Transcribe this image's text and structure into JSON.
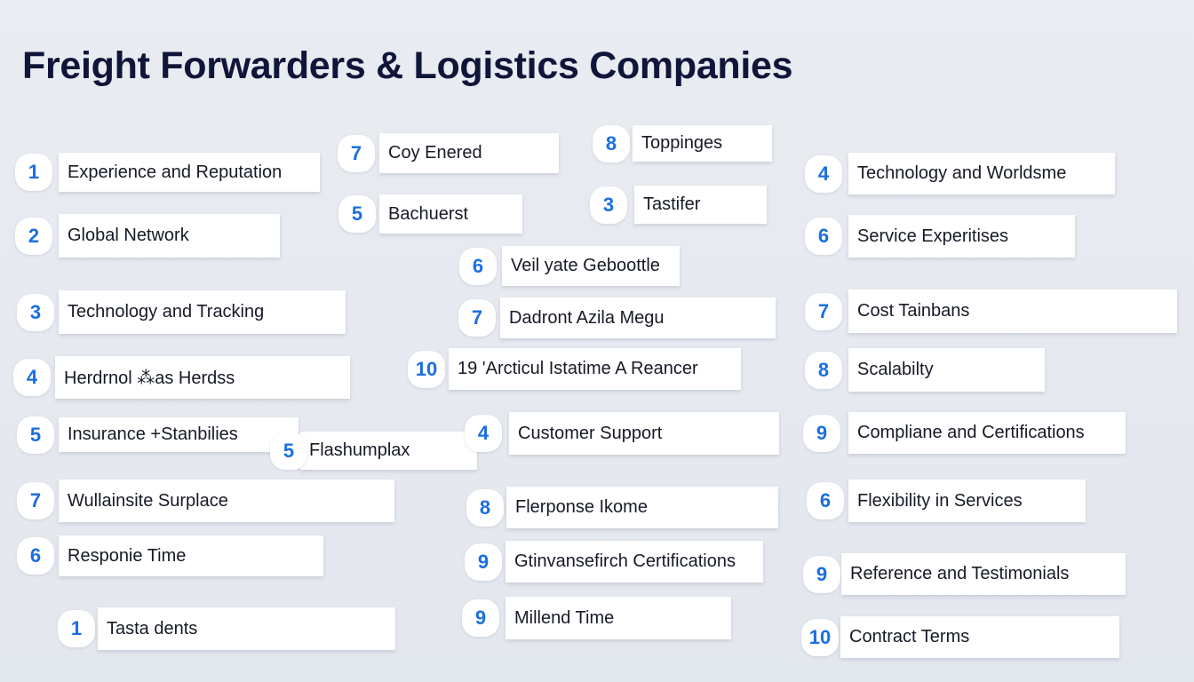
{
  "title": "Freight Forwarders & Logistics Companies",
  "accent_color": "#1a6fe0",
  "items": [
    {
      "num": "1",
      "label": "Experience and Reputation"
    },
    {
      "num": "2",
      "label": "Global Network"
    },
    {
      "num": "3",
      "label": "Technology and Tracking"
    },
    {
      "num": "4",
      "label": "Herdrnol ⁂as Herdss"
    },
    {
      "num": "5",
      "label": "Insurance +Stanbilies"
    },
    {
      "num": "5",
      "label": "Flashumplax"
    },
    {
      "num": "7",
      "label": "Wullainsite Surplace"
    },
    {
      "num": "6",
      "label": "Responie Time"
    },
    {
      "num": "1",
      "label": "Tasta dents"
    },
    {
      "num": "7",
      "label": "Coy Enered"
    },
    {
      "num": "5",
      "label": "Bachuerst"
    },
    {
      "num": "8",
      "label": "Toppinges"
    },
    {
      "num": "3",
      "label": "Tastifer"
    },
    {
      "num": "6",
      "label": "Veil yate Geboottle"
    },
    {
      "num": "7",
      "label": "Dadront Azila Megu"
    },
    {
      "num": "10",
      "label": "19 'Arcticul Istatime A Reancer"
    },
    {
      "num": "4",
      "label": "Customer Support"
    },
    {
      "num": "8",
      "label": "Flerponse Ikome"
    },
    {
      "num": "9",
      "label": "Gtinvansefirch Certifications"
    },
    {
      "num": "9",
      "label": "Millend Time"
    },
    {
      "num": "4",
      "label": "Technology and Worldsme"
    },
    {
      "num": "6",
      "label": "Service Experitises"
    },
    {
      "num": "7",
      "label": "Cost Tainbans"
    },
    {
      "num": "8",
      "label": "Scalabilty"
    },
    {
      "num": "9",
      "label": "Compliane and Certifications"
    },
    {
      "num": "6",
      "label": "Flexibility in Services"
    },
    {
      "num": "9",
      "label": "Reference and Testimonials"
    },
    {
      "num": "10",
      "label": "Contract Terms"
    }
  ]
}
